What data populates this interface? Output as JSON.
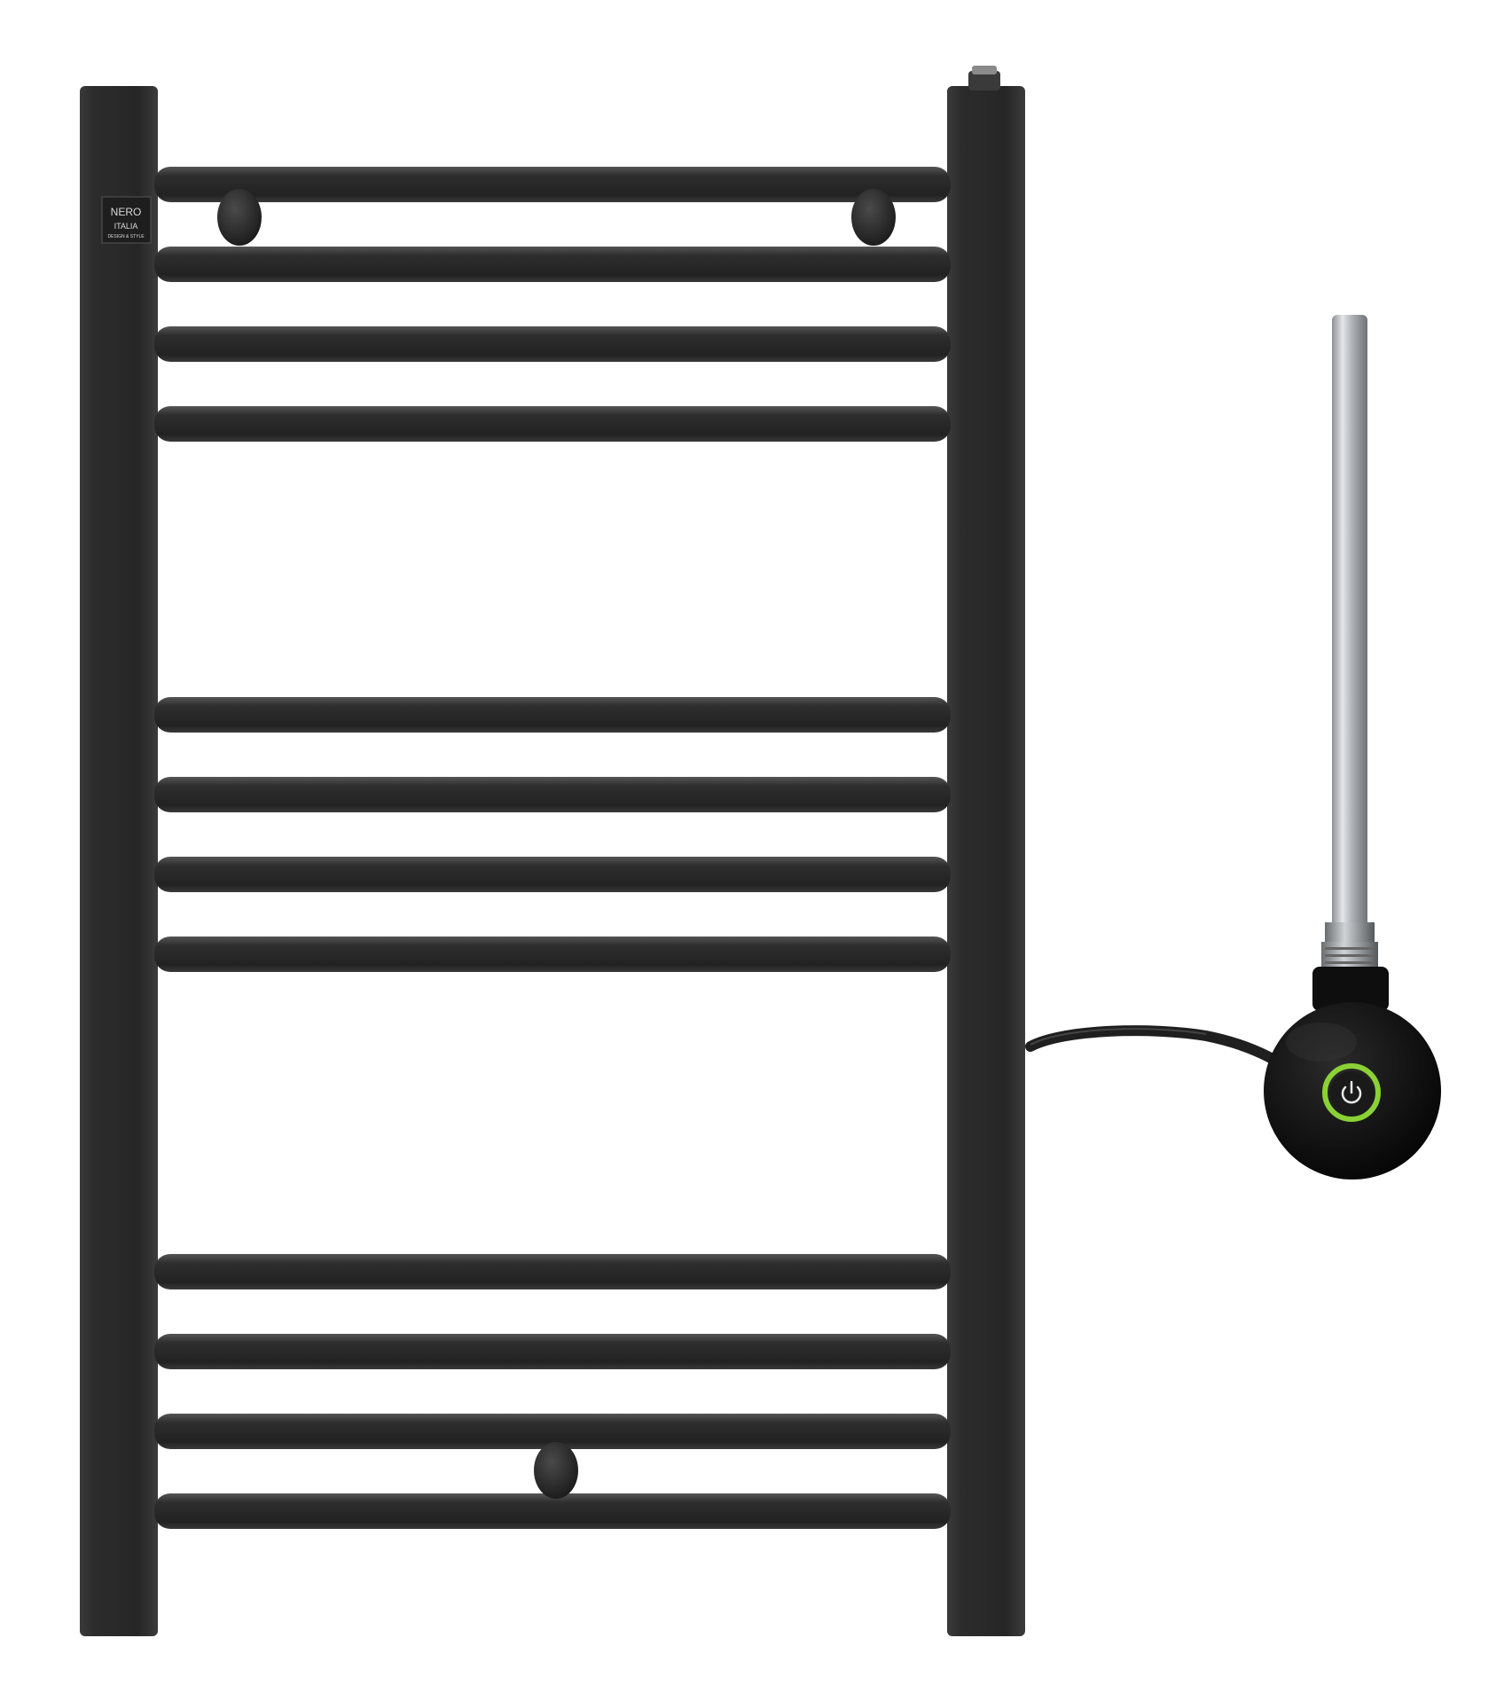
{
  "product": {
    "brand_logo": {
      "name": "NERO",
      "sub": "ITALIA",
      "tagline": "DESIGN & STYLE"
    },
    "radiator": {
      "finish_color": "#2b2b2b",
      "rail_highlight": "#4a4a4a",
      "bar_groups": [
        4,
        4,
        4
      ],
      "wall_brackets": 3
    },
    "heating_element": {
      "rod_color": "#b9bcbf",
      "controller_color": "#111111",
      "ring_color": "#8ad136",
      "button_icon": "power-icon",
      "cable_color": "#1f1f1f"
    }
  }
}
